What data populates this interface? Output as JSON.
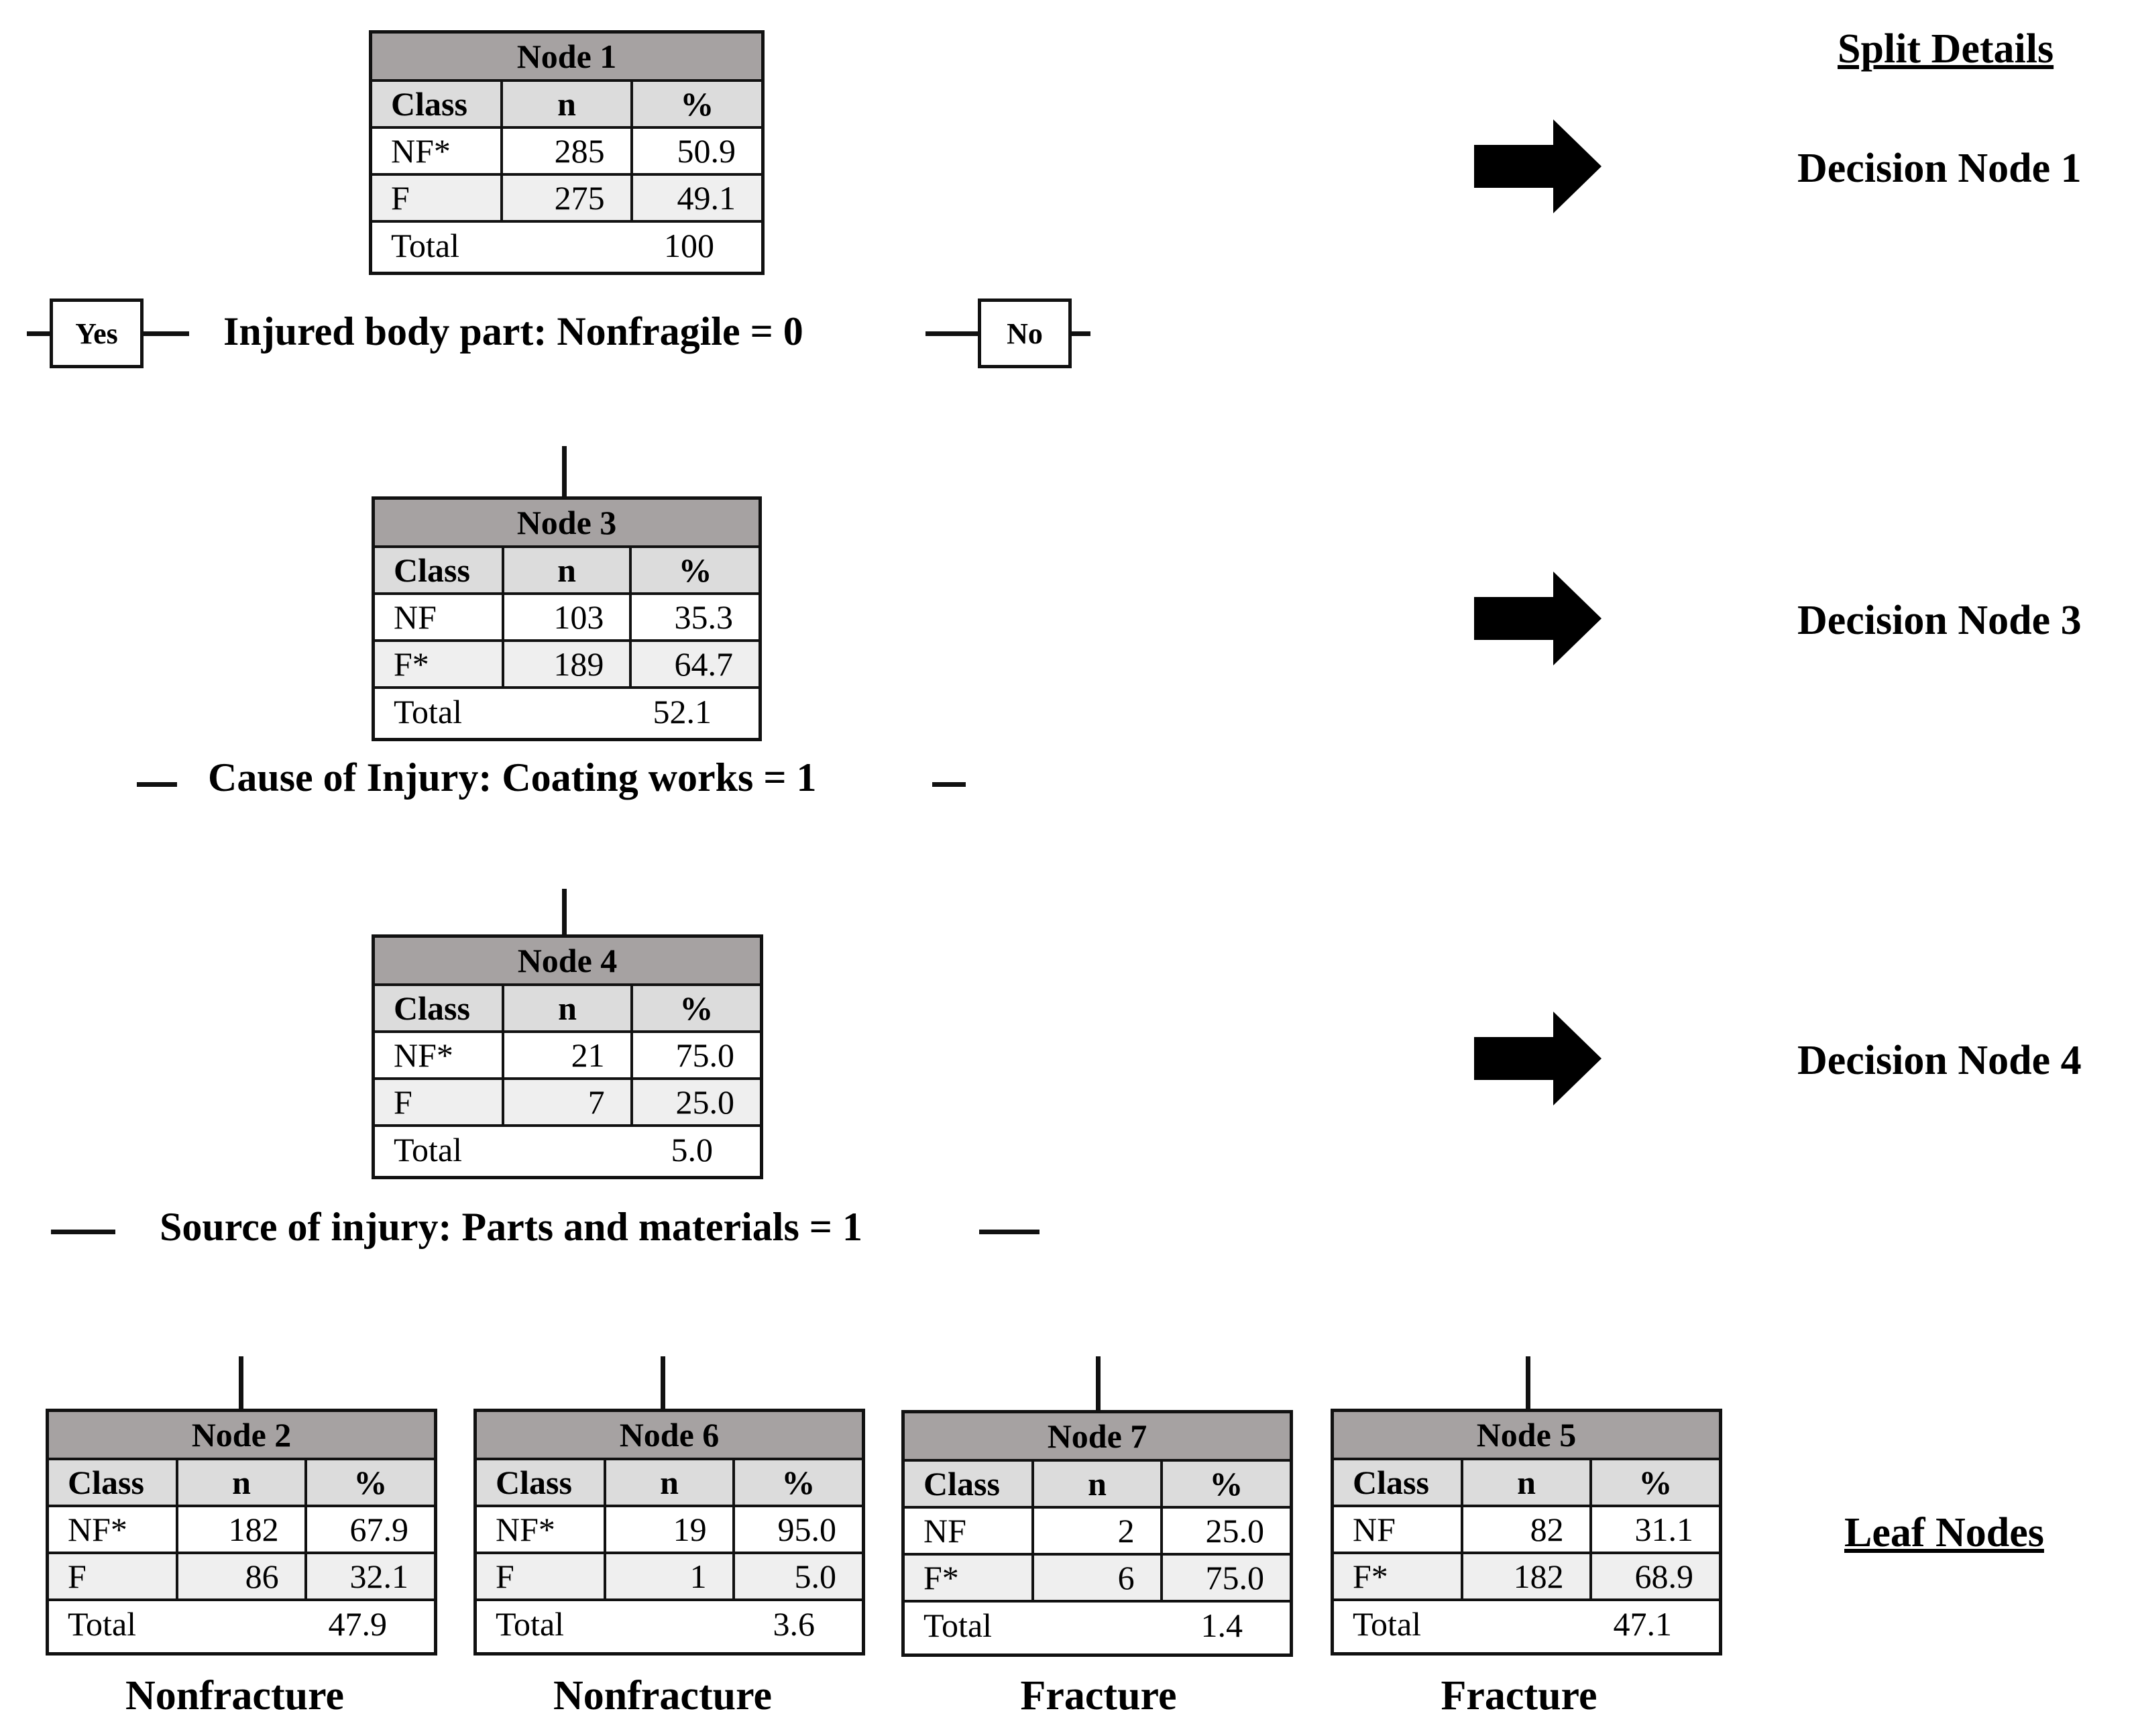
{
  "headings": {
    "split_details": "Split Details",
    "leaf_nodes": "Leaf Nodes"
  },
  "columns": {
    "class": "Class",
    "n": "n",
    "pct": "%",
    "total": "Total"
  },
  "nodes": {
    "n1": {
      "title": "Node 1",
      "rows": [
        {
          "class": "NF*",
          "n": "285",
          "pct": "50.9"
        },
        {
          "class": "F",
          "n": "275",
          "pct": "49.1"
        }
      ],
      "total": "100"
    },
    "n3": {
      "title": "Node 3",
      "rows": [
        {
          "class": "NF",
          "n": "103",
          "pct": "35.3"
        },
        {
          "class": "F*",
          "n": "189",
          "pct": "64.7"
        }
      ],
      "total": "52.1"
    },
    "n4": {
      "title": "Node 4",
      "rows": [
        {
          "class": "NF*",
          "n": "21",
          "pct": "75.0"
        },
        {
          "class": "F",
          "n": "7",
          "pct": "25.0"
        }
      ],
      "total": "5.0"
    },
    "n2": {
      "title": "Node 2",
      "rows": [
        {
          "class": "NF*",
          "n": "182",
          "pct": "67.9"
        },
        {
          "class": "F",
          "n": "86",
          "pct": "32.1"
        }
      ],
      "total": "47.9",
      "label": "Nonfracture"
    },
    "n6": {
      "title": "Node 6",
      "rows": [
        {
          "class": "NF*",
          "n": "19",
          "pct": "95.0"
        },
        {
          "class": "F",
          "n": "1",
          "pct": "5.0"
        }
      ],
      "total": "3.6",
      "label": "Nonfracture"
    },
    "n7": {
      "title": "Node 7",
      "rows": [
        {
          "class": "NF",
          "n": "2",
          "pct": "25.0"
        },
        {
          "class": "F*",
          "n": "6",
          "pct": "75.0"
        }
      ],
      "total": "1.4",
      "label": "Fracture"
    },
    "n5": {
      "title": "Node 5",
      "rows": [
        {
          "class": "NF",
          "n": "82",
          "pct": "31.1"
        },
        {
          "class": "F*",
          "n": "182",
          "pct": "68.9"
        }
      ],
      "total": "47.1",
      "label": "Fracture"
    }
  },
  "splits": {
    "s1": {
      "text": "Injured body part: Nonfragile = 0",
      "yes": "Yes",
      "no": "No"
    },
    "s3": {
      "text": "Cause of Injury: Coating works = 1"
    },
    "s4": {
      "text": "Source of injury: Parts and materials = 1"
    }
  },
  "decisions": {
    "d1": "Decision Node 1",
    "d3": "Decision Node 3",
    "d4": "Decision Node 4"
  }
}
